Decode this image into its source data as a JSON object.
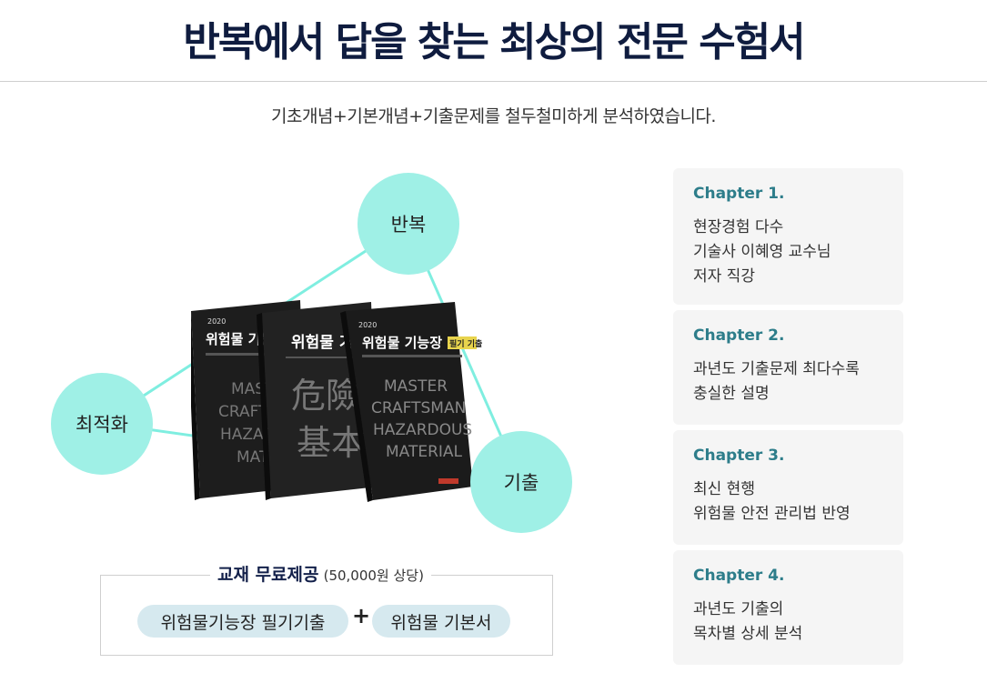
{
  "header": {
    "title": "반복에서 답을 찾는 최상의 전문 수험서",
    "subtitle": "기초개념+기본개념+기출문제를 철두철미하게 분석하였습니다."
  },
  "diagram": {
    "nodes": {
      "repeat": "반복",
      "optimize": "최적화",
      "past_exam": "기출"
    },
    "accent_color": "#9ff0e6",
    "line_color": "#7feee0"
  },
  "books": {
    "book1": {
      "year": "2020",
      "title": "위험물 기능장",
      "cover_words": [
        "MASTER",
        "CRAFTSMAN",
        "HAZARDOUS",
        "MATERIAL"
      ]
    },
    "book2": {
      "title": "위험물 기",
      "kanji": [
        "危險",
        "基本"
      ]
    },
    "book3": {
      "year": "2020",
      "title": "위험물 기능장",
      "tag": "필기 기출",
      "cover_words": [
        "MASTER",
        "CRAFTSMAN",
        "HAZARDOUS",
        "MATERIAL"
      ]
    }
  },
  "free_offer": {
    "title": "교재 무료제공",
    "value": "(50,000원 상당)",
    "item1": "위험물기능장 필기기출",
    "plus": "+",
    "item2": "위험물 기본서"
  },
  "chapters": [
    {
      "label": "Chapter 1.",
      "text": "현장경험 다수\n기술사 이혜영 교수님\n저자 직강"
    },
    {
      "label": "Chapter 2.",
      "text": "과년도 기출문제 최다수록\n충실한 설명"
    },
    {
      "label": "Chapter 3.",
      "text": "최신 현행\n위험물 안전 관리법 반영"
    },
    {
      "label": "Chapter 4.",
      "text": "과년도 기출의\n목차별 상세 분석"
    }
  ]
}
